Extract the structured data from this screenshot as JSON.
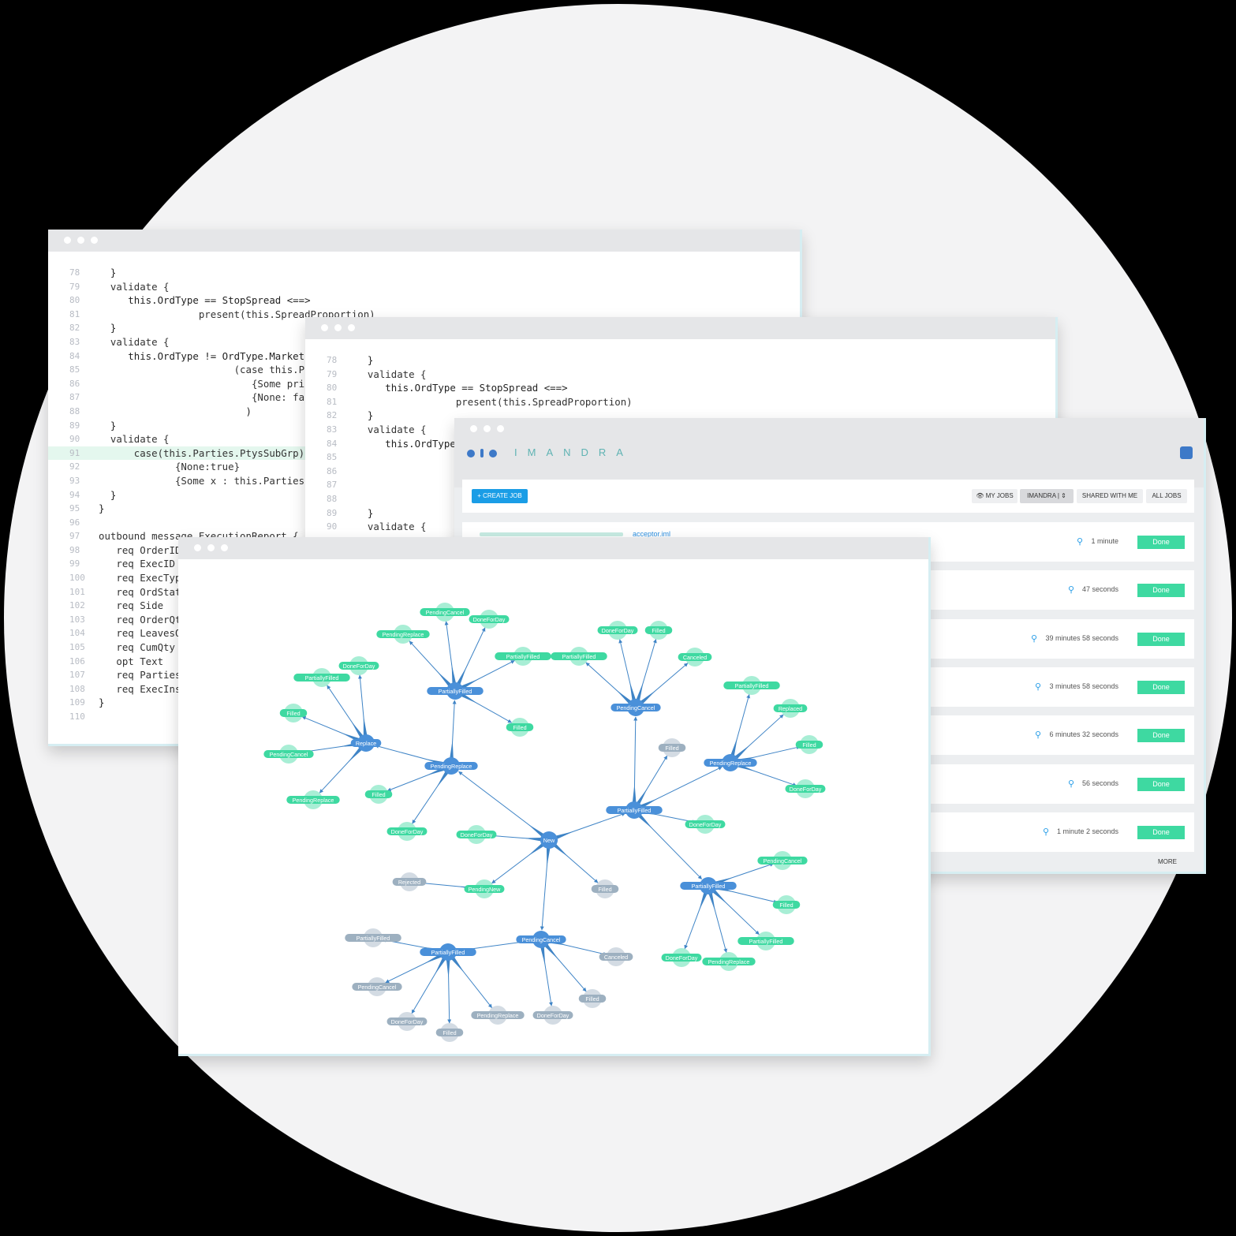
{
  "editor1": {
    "lines": [
      {
        "n": "78",
        "t": "  }"
      },
      {
        "n": "79",
        "t": "  validate {"
      },
      {
        "n": "80",
        "t": "     this.OrdType == StopSpread <==>"
      },
      {
        "n": "81",
        "t": "                 present(this.SpreadProportion)"
      },
      {
        "n": "82",
        "t": "  }"
      },
      {
        "n": "83",
        "t": "  validate {"
      },
      {
        "n": "84",
        "t": "     this.OrdType != OrdType.Market =="
      },
      {
        "n": "85",
        "t": "                       (case this.Pr"
      },
      {
        "n": "86",
        "t": "                          {Some pri"
      },
      {
        "n": "87",
        "t": "                          {None: fa"
      },
      {
        "n": "88",
        "t": "                         )"
      },
      {
        "n": "89",
        "t": "  }"
      },
      {
        "n": "90",
        "t": "  validate {"
      },
      {
        "n": "91",
        "t": "      case(this.Parties.PtysSubGrp)"
      },
      {
        "n": "92",
        "t": "             {None:true}"
      },
      {
        "n": "93",
        "t": "             {Some x : this.Parties"
      },
      {
        "n": "94",
        "t": "  }"
      },
      {
        "n": "95",
        "t": "}"
      },
      {
        "n": "96",
        "t": ""
      },
      {
        "n": "97",
        "t": "outbound message ExecutionReport {"
      },
      {
        "n": "98",
        "t": "   req OrderID"
      },
      {
        "n": "99",
        "t": "   req ExecID"
      },
      {
        "n": "100",
        "t": "   req ExecTyp"
      },
      {
        "n": "101",
        "t": "   req OrdStat"
      },
      {
        "n": "102",
        "t": "   req Side"
      },
      {
        "n": "103",
        "t": "   req OrderQt"
      },
      {
        "n": "104",
        "t": "   req LeavesQ"
      },
      {
        "n": "105",
        "t": "   req CumQty"
      },
      {
        "n": "106",
        "t": "   opt Text"
      },
      {
        "n": "107",
        "t": "   req Parties"
      },
      {
        "n": "108",
        "t": "   req ExecIns"
      },
      {
        "n": "109",
        "t": "}"
      },
      {
        "n": "110",
        "t": ""
      }
    ]
  },
  "editor2": {
    "lines": [
      {
        "n": "78",
        "t": "  }"
      },
      {
        "n": "79",
        "t": "  validate {"
      },
      {
        "n": "80",
        "t": "     this.OrdType == StopSpread <==>"
      },
      {
        "n": "81",
        "t": "                 present(this.SpreadProportion)"
      },
      {
        "n": "82",
        "t": "  }"
      },
      {
        "n": "83",
        "t": "  validate {"
      },
      {
        "n": "84",
        "t": "     this.OrdType"
      },
      {
        "n": "85",
        "t": ""
      },
      {
        "n": "86",
        "t": ""
      },
      {
        "n": "87",
        "t": ""
      },
      {
        "n": "88",
        "t": ""
      },
      {
        "n": "89",
        "t": "  }"
      },
      {
        "n": "90",
        "t": "  validate {"
      }
    ]
  },
  "imandra": {
    "brand": "IMANDRA",
    "create_job": "+ CREATE JOB",
    "filters": [
      "MY JOBS",
      "IMANDRA",
      "SHARED WITH ME",
      "ALL JOBS"
    ],
    "first_job_link": "acceptor.iml",
    "jobs": [
      {
        "time": "1 minute",
        "status": "Done"
      },
      {
        "time": "47 seconds",
        "status": "Done"
      },
      {
        "time": "39 minutes 58 seconds",
        "status": "Done"
      },
      {
        "time": "3 minutes 58 seconds",
        "status": "Done"
      },
      {
        "time": "6 minutes 32 seconds",
        "status": "Done"
      },
      {
        "time": "56 seconds",
        "status": "Done"
      },
      {
        "time": "1 minute 2 seconds",
        "status": "Done"
      }
    ],
    "more": "MORE"
  },
  "graph": {
    "colors": {
      "hub": "#4a90d9",
      "leaf": "#3ed9a1",
      "muted": "#9db0c0",
      "edge": "#3f84c6"
    },
    "nodes": [
      {
        "id": "new",
        "label": "New",
        "type": "hub"
      },
      {
        "id": "pr1",
        "label": "PendingReplace",
        "type": "hub"
      },
      {
        "id": "rep",
        "label": "Replace",
        "type": "hub"
      },
      {
        "id": "pf1",
        "label": "PartiallyFilled",
        "type": "hub"
      },
      {
        "id": "pf2",
        "label": "PartiallyFilled",
        "type": "hub"
      },
      {
        "id": "pc1",
        "label": "PendingCancel",
        "type": "hub"
      },
      {
        "id": "pr2",
        "label": "PendingReplace",
        "type": "hub"
      },
      {
        "id": "pf3",
        "label": "PartiallyFilled",
        "type": "hub"
      },
      {
        "id": "pn",
        "label": "PendingNew",
        "type": "leaf"
      },
      {
        "id": "pc2",
        "label": "PendingCancel",
        "type": "hub"
      },
      {
        "id": "pf4",
        "label": "PartiallyFilled",
        "type": "hub"
      },
      {
        "id": "a1",
        "label": "PendingCancel",
        "type": "leaf"
      },
      {
        "id": "a2",
        "label": "DoneForDay",
        "type": "leaf"
      },
      {
        "id": "a3",
        "label": "PendingReplace",
        "type": "leaf"
      },
      {
        "id": "a4",
        "label": "PartiallyFilled",
        "type": "leaf"
      },
      {
        "id": "a5",
        "label": "Filled",
        "type": "leaf"
      },
      {
        "id": "b1",
        "label": "DoneForDay",
        "type": "leaf"
      },
      {
        "id": "b2",
        "label": "PartiallyFilled",
        "type": "leaf"
      },
      {
        "id": "b3",
        "label": "Filled",
        "type": "leaf"
      },
      {
        "id": "b4",
        "label": "PendingCancel",
        "type": "leaf"
      },
      {
        "id": "b5",
        "label": "PendingReplace",
        "type": "leaf"
      },
      {
        "id": "c1",
        "label": "Filled",
        "type": "leaf"
      },
      {
        "id": "c2",
        "label": "DoneForDay",
        "type": "leaf"
      },
      {
        "id": "d1",
        "label": "DoneForDay",
        "type": "leaf"
      },
      {
        "id": "d2",
        "label": "Filled",
        "type": "leaf"
      },
      {
        "id": "d3",
        "label": "PartiallyFilled",
        "type": "leaf"
      },
      {
        "id": "d4",
        "label": "Canceled",
        "type": "leaf"
      },
      {
        "id": "e1",
        "label": "Filled",
        "type": "muted"
      },
      {
        "id": "e2",
        "label": "DoneForDay",
        "type": "leaf"
      },
      {
        "id": "f1",
        "label": "PartiallyFilled",
        "type": "leaf"
      },
      {
        "id": "f2",
        "label": "Replaced",
        "type": "leaf"
      },
      {
        "id": "f3",
        "label": "Filled",
        "type": "leaf"
      },
      {
        "id": "f4",
        "label": "DoneForDay",
        "type": "leaf"
      },
      {
        "id": "g1",
        "label": "PendingCancel",
        "type": "leaf"
      },
      {
        "id": "g2",
        "label": "Filled",
        "type": "leaf"
      },
      {
        "id": "g3",
        "label": "PartiallyFilled",
        "type": "leaf"
      },
      {
        "id": "g4",
        "label": "PendingReplace",
        "type": "leaf"
      },
      {
        "id": "g5",
        "label": "DoneForDay",
        "type": "leaf"
      },
      {
        "id": "h1",
        "label": "DoneForDay",
        "type": "leaf"
      },
      {
        "id": "h2",
        "label": "Filled",
        "type": "muted"
      },
      {
        "id": "h3",
        "label": "Rejected",
        "type": "muted"
      },
      {
        "id": "i1",
        "label": "Canceled",
        "type": "muted"
      },
      {
        "id": "i2",
        "label": "Filled",
        "type": "muted"
      },
      {
        "id": "i3",
        "label": "DoneForDay",
        "type": "muted"
      },
      {
        "id": "j1",
        "label": "PartiallyFilled",
        "type": "muted"
      },
      {
        "id": "j2",
        "label": "PendingCancel",
        "type": "muted"
      },
      {
        "id": "j3",
        "label": "DoneForDay",
        "type": "muted"
      },
      {
        "id": "j4",
        "label": "Filled",
        "type": "muted"
      },
      {
        "id": "j5",
        "label": "PendingReplace",
        "type": "muted"
      }
    ],
    "edges": [
      [
        "new",
        "pr1"
      ],
      [
        "new",
        "pf2"
      ],
      [
        "new",
        "pc2"
      ],
      [
        "new",
        "h1"
      ],
      [
        "new",
        "h2"
      ],
      [
        "new",
        "pn"
      ],
      [
        "pn",
        "h3"
      ],
      [
        "pr1",
        "rep"
      ],
      [
        "pr1",
        "pf1"
      ],
      [
        "pr1",
        "c1"
      ],
      [
        "pr1",
        "c2"
      ],
      [
        "rep",
        "b1"
      ],
      [
        "rep",
        "b2"
      ],
      [
        "rep",
        "b3"
      ],
      [
        "rep",
        "b4"
      ],
      [
        "rep",
        "b5"
      ],
      [
        "pf1",
        "a1"
      ],
      [
        "pf1",
        "a2"
      ],
      [
        "pf1",
        "a3"
      ],
      [
        "pf1",
        "a4"
      ],
      [
        "pf1",
        "a5"
      ],
      [
        "pf2",
        "pc1"
      ],
      [
        "pf2",
        "pr2"
      ],
      [
        "pf2",
        "pf3"
      ],
      [
        "pf2",
        "e1"
      ],
      [
        "pf2",
        "e2"
      ],
      [
        "pc1",
        "d1"
      ],
      [
        "pc1",
        "d2"
      ],
      [
        "pc1",
        "d3"
      ],
      [
        "pc1",
        "d4"
      ],
      [
        "pr2",
        "f1"
      ],
      [
        "pr2",
        "f2"
      ],
      [
        "pr2",
        "f3"
      ],
      [
        "pr2",
        "f4"
      ],
      [
        "pf3",
        "g1"
      ],
      [
        "pf3",
        "g2"
      ],
      [
        "pf3",
        "g3"
      ],
      [
        "pf3",
        "g4"
      ],
      [
        "pf3",
        "g5"
      ],
      [
        "pc2",
        "pf4"
      ],
      [
        "pc2",
        "i1"
      ],
      [
        "pc2",
        "i2"
      ],
      [
        "pc2",
        "i3"
      ],
      [
        "pf4",
        "j1"
      ],
      [
        "pf4",
        "j2"
      ],
      [
        "pf4",
        "j3"
      ],
      [
        "pf4",
        "j4"
      ],
      [
        "pf4",
        "j5"
      ]
    ]
  }
}
